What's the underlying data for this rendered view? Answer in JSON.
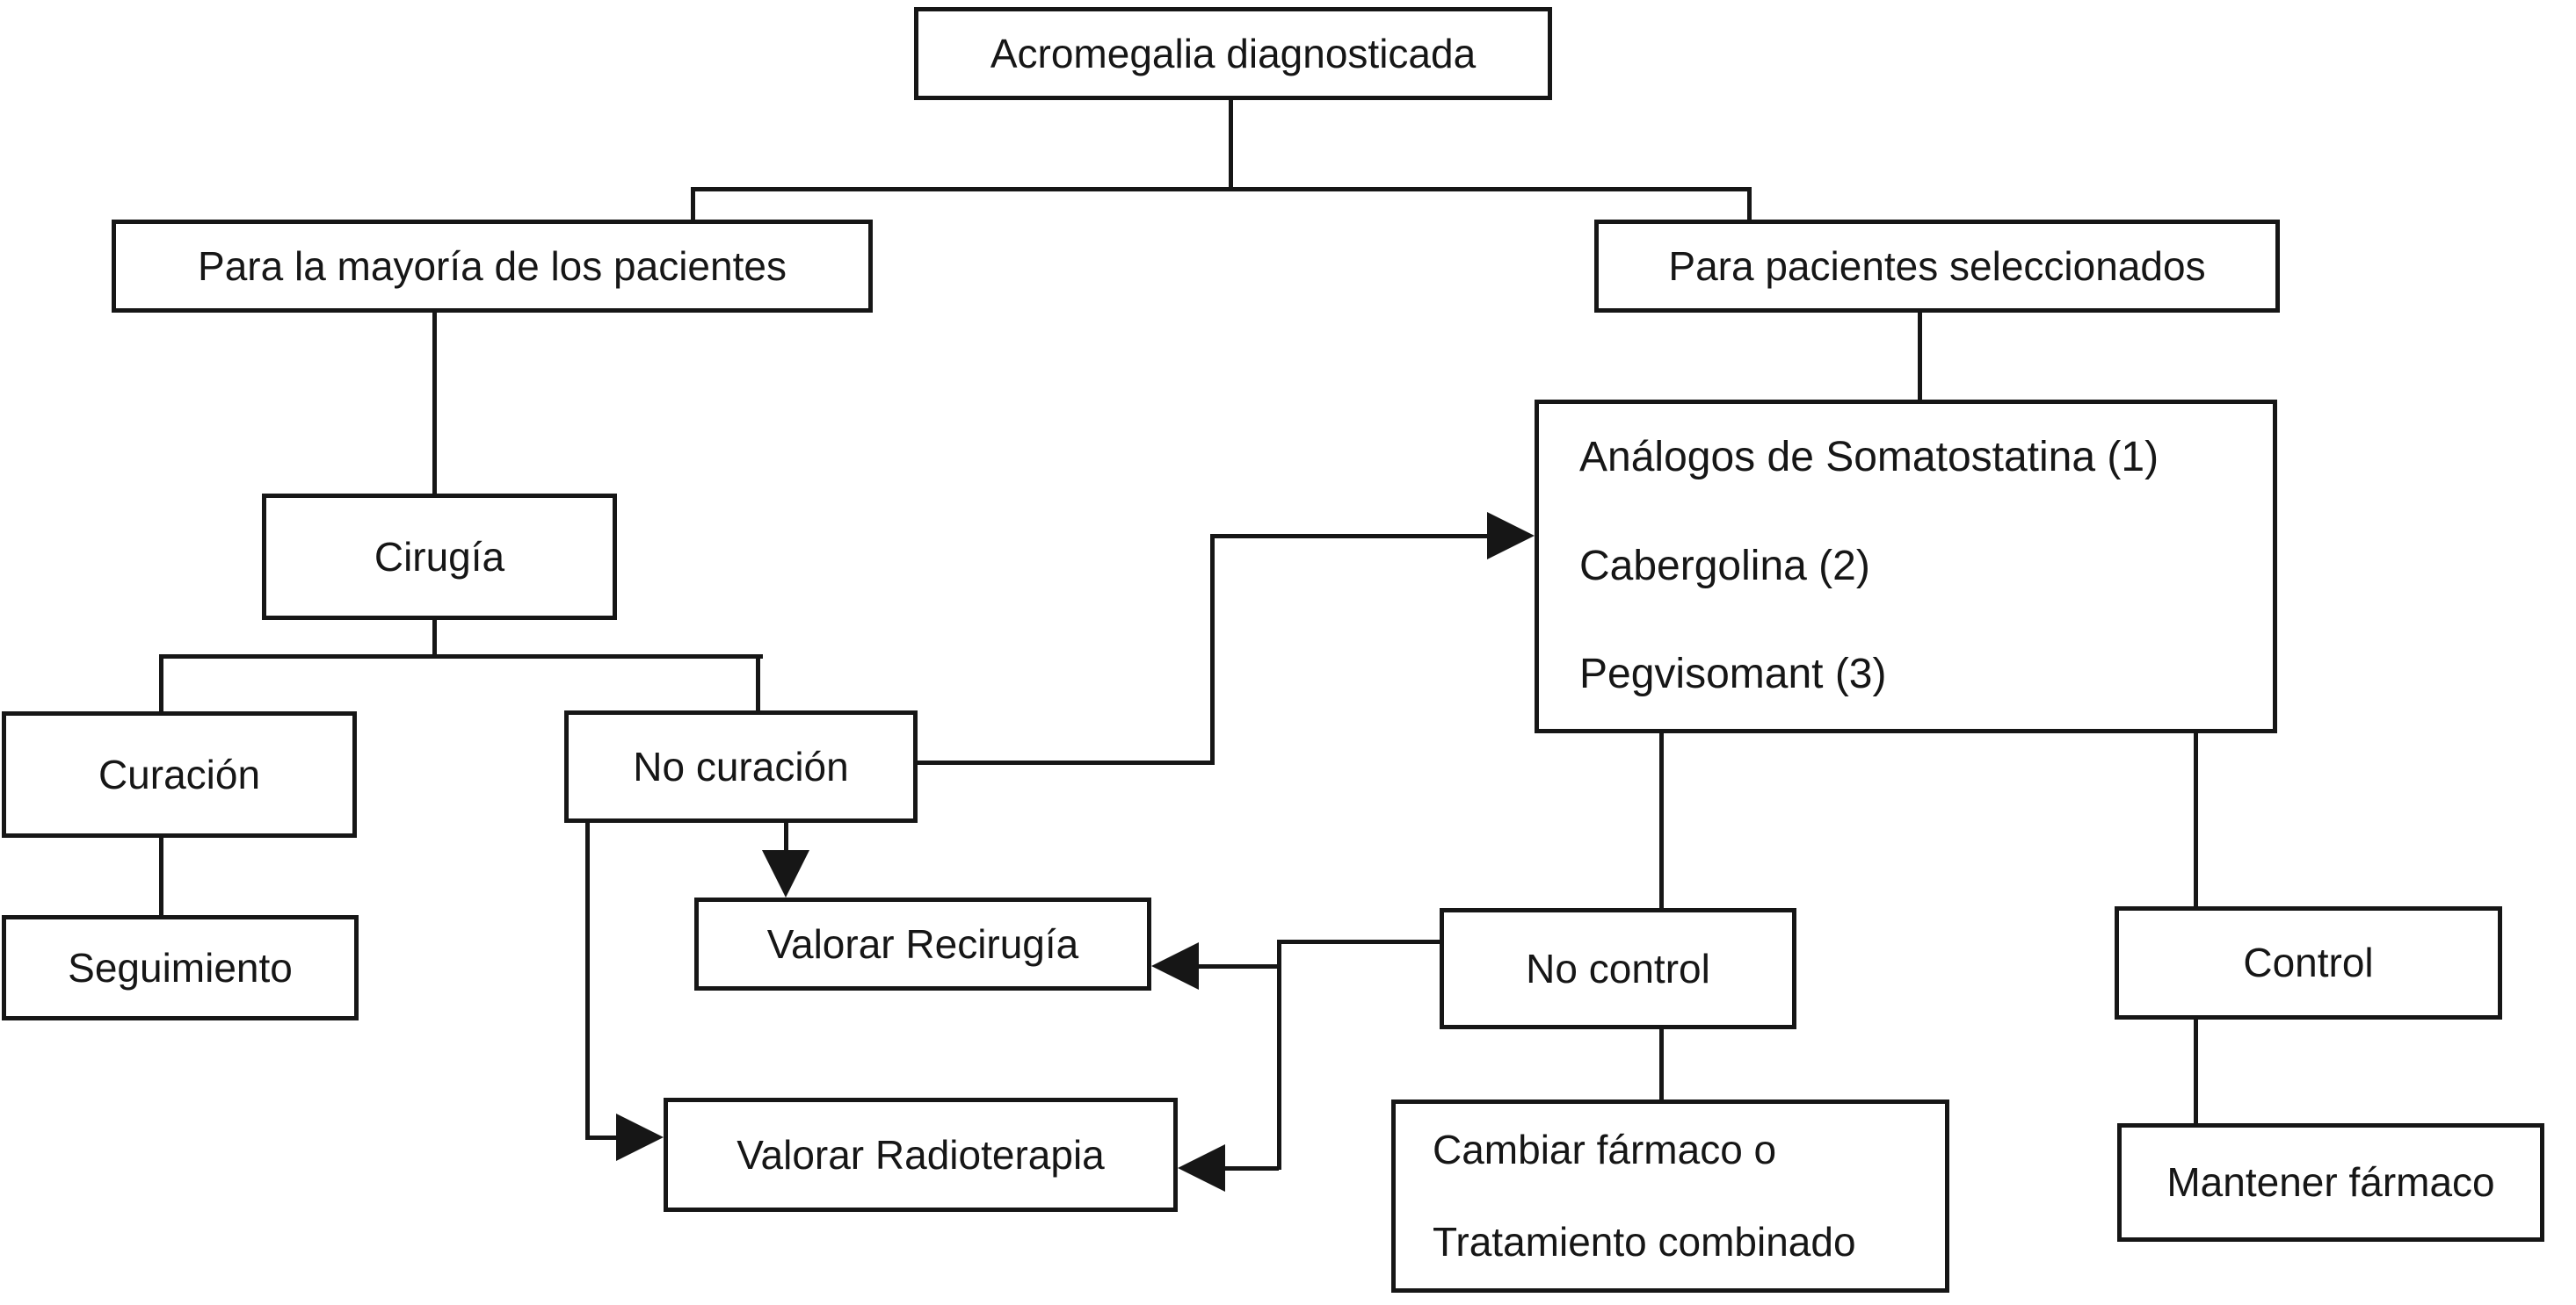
{
  "diagram": {
    "type": "flowchart",
    "language": "es",
    "colors": {
      "background": "#ffffff",
      "box_fill": "#ffffff",
      "line": "#161616",
      "text": "#161616"
    },
    "nodes": {
      "acromegalia": {
        "label": "Acromegalia diagnosticada"
      },
      "mayoria": {
        "label": "Para la mayoría de los pacientes"
      },
      "seleccionados": {
        "label": "Para pacientes seleccionados"
      },
      "cirugia": {
        "label": "Cirugía"
      },
      "farmacos": {
        "lines": [
          "Análogos de Somatostatina (1)",
          "Cabergolina (2)",
          "Pegvisomant (3)"
        ]
      },
      "curacion": {
        "label": "Curación"
      },
      "no_curacion": {
        "label": "No curación"
      },
      "seguimiento": {
        "label": "Seguimiento"
      },
      "recirugia": {
        "label": "Valorar Recirugía"
      },
      "radioterapia": {
        "label": "Valorar Radioterapia"
      },
      "no_control": {
        "label": "No control"
      },
      "control": {
        "label": "Control"
      },
      "cambiar": {
        "lines": [
          "Cambiar fármaco o",
          "Tratamiento combinado"
        ]
      },
      "mantener": {
        "label": "Mantener fármaco"
      }
    },
    "edges": [
      {
        "from": "acromegalia",
        "to": "mayoria",
        "arrow": false
      },
      {
        "from": "acromegalia",
        "to": "seleccionados",
        "arrow": false
      },
      {
        "from": "mayoria",
        "to": "cirugia",
        "arrow": false
      },
      {
        "from": "seleccionados",
        "to": "farmacos",
        "arrow": false
      },
      {
        "from": "cirugia",
        "to": "curacion",
        "arrow": false
      },
      {
        "from": "cirugia",
        "to": "no_curacion",
        "arrow": false
      },
      {
        "from": "curacion",
        "to": "seguimiento",
        "arrow": false
      },
      {
        "from": "no_curacion",
        "to": "farmacos",
        "arrow": true
      },
      {
        "from": "no_curacion",
        "to": "recirugia",
        "arrow": true
      },
      {
        "from": "no_curacion",
        "to": "radioterapia",
        "arrow": true
      },
      {
        "from": "farmacos",
        "to": "no_control",
        "arrow": false
      },
      {
        "from": "farmacos",
        "to": "control",
        "arrow": false
      },
      {
        "from": "no_control",
        "to": "recirugia",
        "arrow": true
      },
      {
        "from": "no_control",
        "to": "radioterapia",
        "arrow": true
      },
      {
        "from": "no_control",
        "to": "cambiar",
        "arrow": false
      },
      {
        "from": "control",
        "to": "mantener",
        "arrow": false
      }
    ]
  }
}
